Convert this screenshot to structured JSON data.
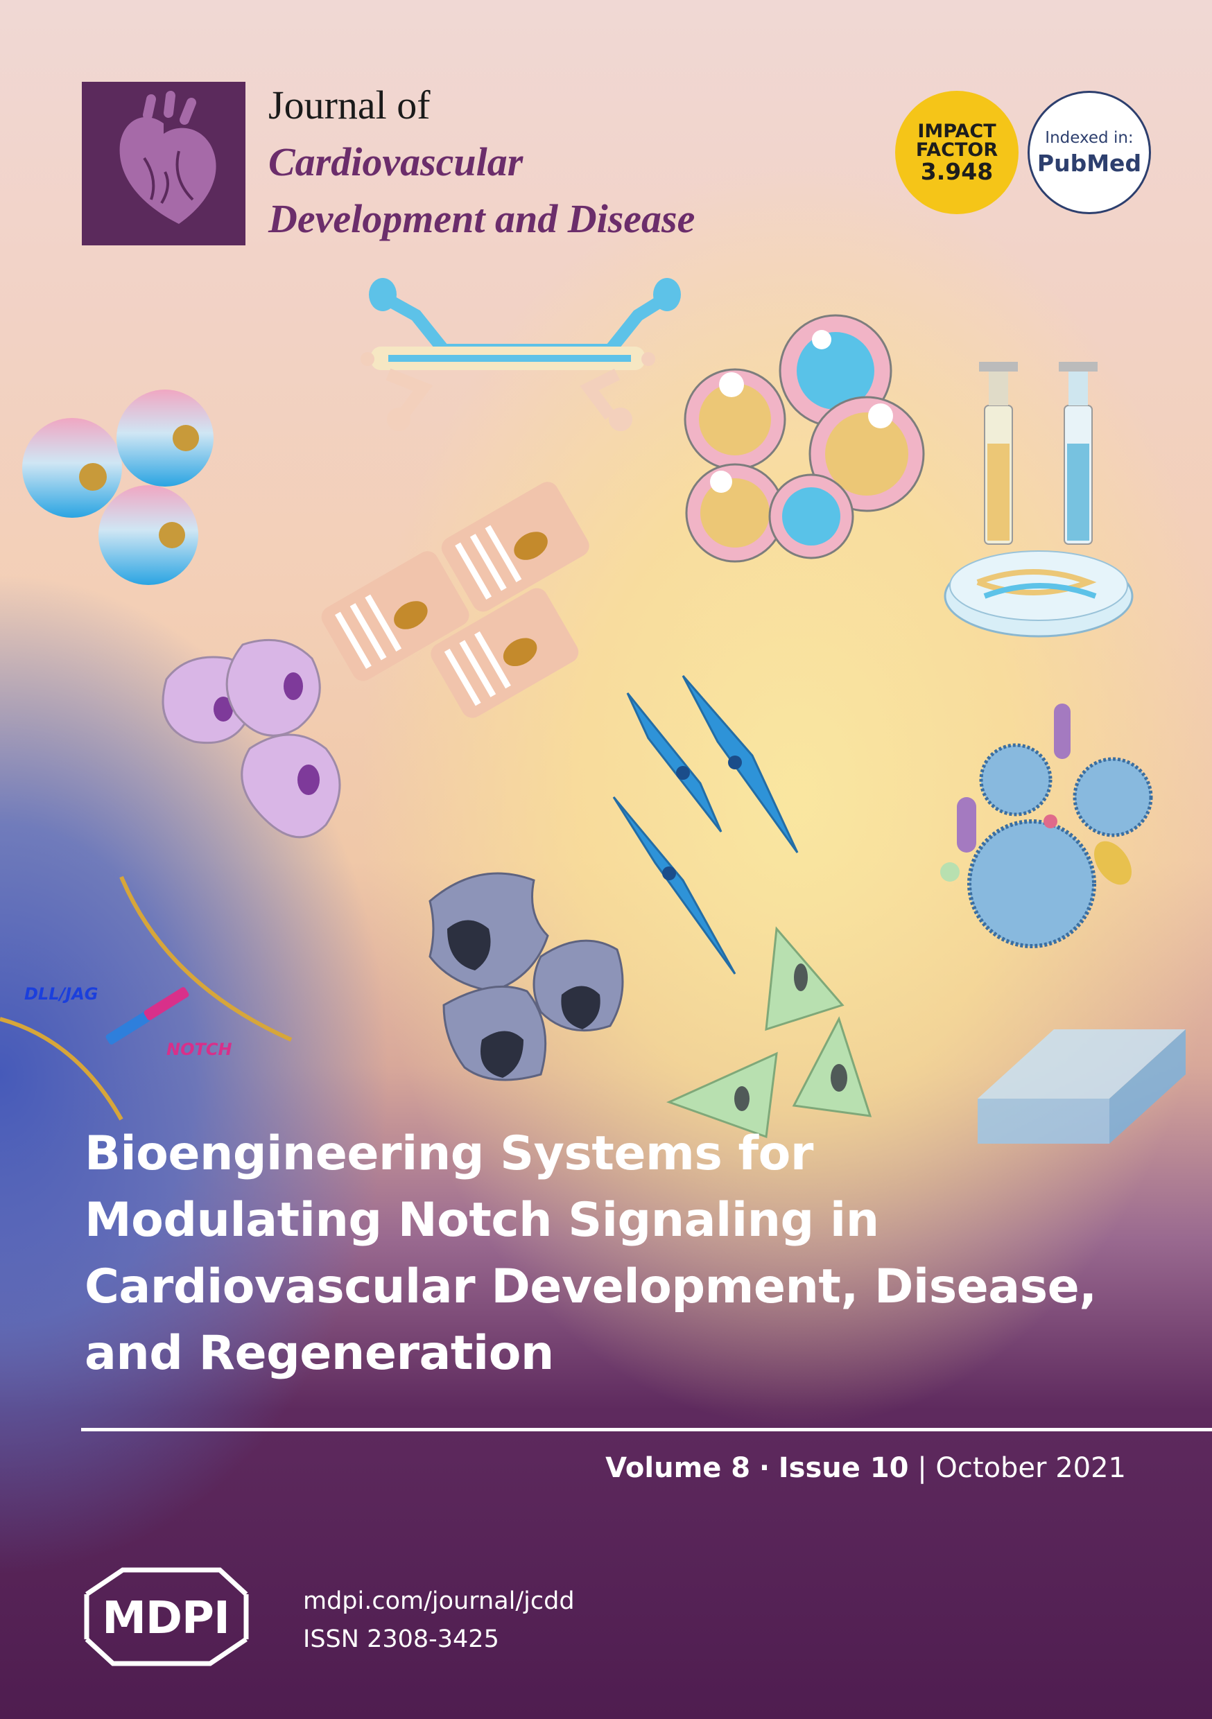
{
  "journal": {
    "name_line1": "Journal of",
    "name_line2": "Cardiovascular",
    "name_line3": "Development and Disease"
  },
  "badges": {
    "impact_line1": "IMPACT",
    "impact_line2": "FACTOR",
    "impact_value": "3.948",
    "indexed_label": "Indexed in:",
    "indexed_name": "PubMed"
  },
  "illustration": {
    "label_dll": "DLL/JAG",
    "label_notch": "NOTCH"
  },
  "article": {
    "title_line1": "Bioengineering Systems for",
    "title_line2": "Modulating Notch Signaling in",
    "title_line3": "Cardiovascular Development, Disease,",
    "title_line4": "and Regeneration"
  },
  "issue": {
    "volume": "Volume 8",
    "separator": "·",
    "issue": "Issue 10",
    "pipe": "|",
    "date": "October 2021"
  },
  "publisher": {
    "logo_text": "MDPI",
    "url": "mdpi.com/journal/jcdd",
    "issn": "ISSN 2308-3425"
  },
  "colors": {
    "accent_purple": "#5b2a5c",
    "impact_yellow": "#f5c518",
    "pubmed_blue": "#2d3f6e"
  }
}
